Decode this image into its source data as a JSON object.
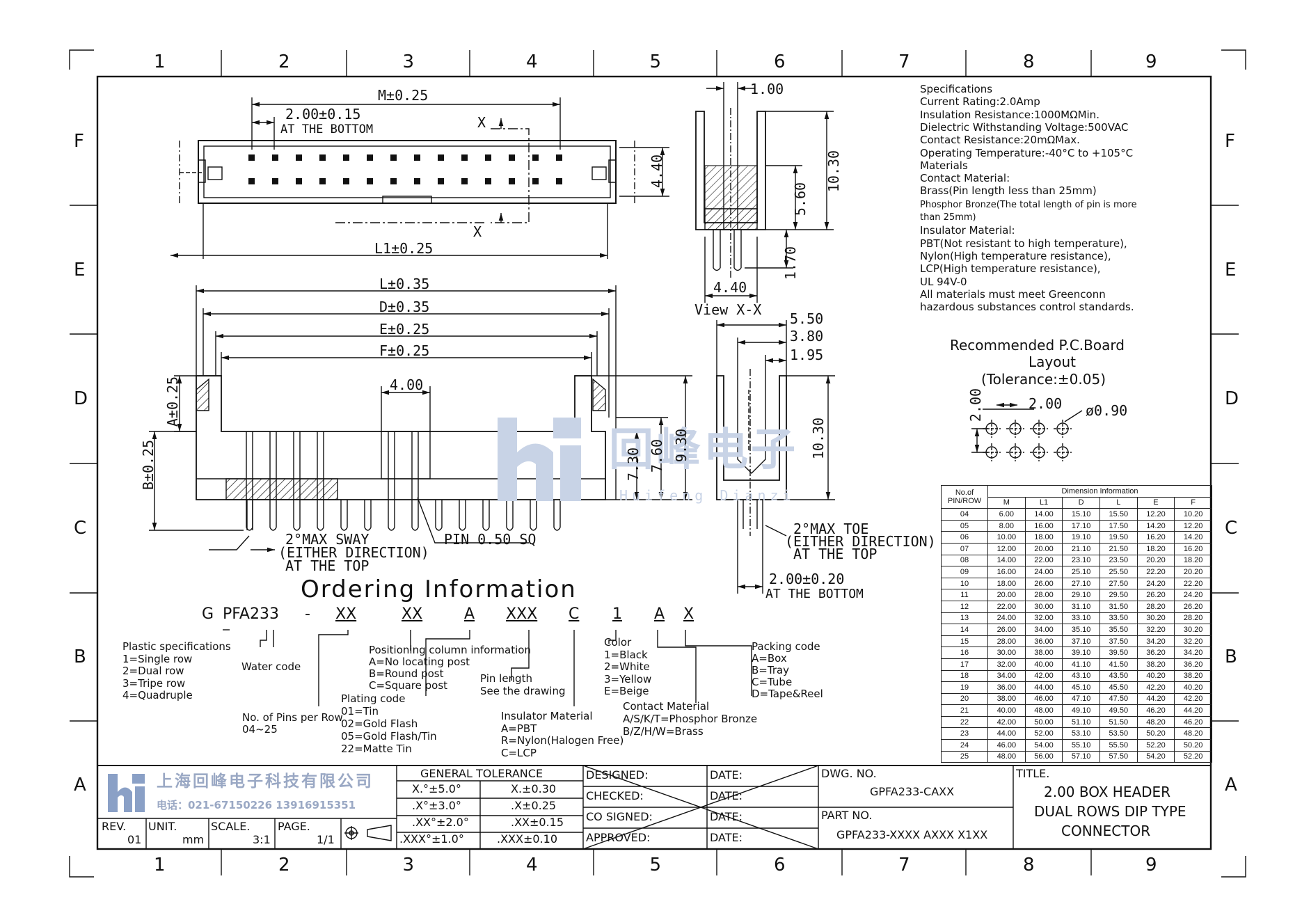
{
  "grid": {
    "columns": [
      "1",
      "2",
      "3",
      "4",
      "5",
      "6",
      "7",
      "8",
      "9"
    ],
    "rows": [
      "F",
      "E",
      "D",
      "C",
      "B",
      "A"
    ]
  },
  "top_view": {
    "m_dim": "M±0.25",
    "pitch_dim": "2.00±0.15",
    "pitch_note": "AT THE BOTTOM",
    "width_dim": "4.40",
    "l1_dim": "L1±0.25",
    "section_mark": "X"
  },
  "section_view": {
    "d100": "1.00",
    "d1030": "10.30",
    "d560": "5.60",
    "d170": "1.70",
    "d440": "4.40",
    "caption": "View  X-X"
  },
  "front_view": {
    "l_dim": "L±0.35",
    "d_dim": "D±0.35",
    "e_dim": "E±0.25",
    "f_dim": "F±0.25",
    "a_dim": "A±0.25",
    "b_dim": "B±0.25",
    "d400": "4.00",
    "d730": "7.30",
    "d760": "7.60",
    "d930": "9.30",
    "sway1": "2°MAX  SWAY",
    "sway2": "(EITHER  DIRECTION)",
    "sway3": "AT  THE  TOP",
    "pin_sq": "PIN  0.50  SQ"
  },
  "side_view": {
    "d550": "5.50",
    "d380": "3.80",
    "d195": "1.95",
    "d1030": "10.30",
    "toe1": "2°MAX  TOE",
    "toe2": "(EITHER  DIRECTION)",
    "toe3": "AT  THE  TOP",
    "pitch": "2.00±0.20",
    "pitch_note": "AT  THE  BOTTOM"
  },
  "specifications": [
    "Specifications",
    "Current  Rating:2.0Amp",
    "Insulation  Resistance:1000MΩMin.",
    "Dielectric  Withstanding  Voltage:500VAC",
    "Contact  Resistance:20mΩMax.",
    "Operating  Temperature:-40°C  to  +105°C",
    "Materials",
    "Contact  Material:",
    "Brass(Pin  length  less  than  25mm)",
    "Phosphor  Bronze(The  total  length  of  pin  is  more",
    "than  25mm)",
    "Insulator  Material:",
    "PBT(Not  resistant  to  high  temperature),",
    "Nylon(High  temperature  resistance),",
    "LCP(High  temperature  resistance),",
    "UL  94V-0",
    "All  materials  must  meet  Greenconn",
    "hazardous  substances  control  standards."
  ],
  "pcb_layout": {
    "title1": "Recommended  P.C.Board",
    "title2": "Layout",
    "title3": "(Tolerance:±0.05)",
    "pitch_v": "2.00",
    "pitch_h": "2.00",
    "hole": "ø0.90"
  },
  "dimension_table": {
    "corner1": "No.of",
    "corner2": "PIN/ROW",
    "group_header": "Dimension  Information",
    "columns": [
      "M",
      "L1",
      "D",
      "L",
      "E",
      "F"
    ],
    "rows": [
      [
        "04",
        "6.00",
        "14.00",
        "15.10",
        "15.50",
        "12.20",
        "10.20"
      ],
      [
        "05",
        "8.00",
        "16.00",
        "17.10",
        "17.50",
        "14.20",
        "12.20"
      ],
      [
        "06",
        "10.00",
        "18.00",
        "19.10",
        "19.50",
        "16.20",
        "14.20"
      ],
      [
        "07",
        "12.00",
        "20.00",
        "21.10",
        "21.50",
        "18.20",
        "16.20"
      ],
      [
        "08",
        "14.00",
        "22.00",
        "23.10",
        "23.50",
        "20.20",
        "18.20"
      ],
      [
        "09",
        "16.00",
        "24.00",
        "25.10",
        "25.50",
        "22.20",
        "20.20"
      ],
      [
        "10",
        "18.00",
        "26.00",
        "27.10",
        "27.50",
        "24.20",
        "22.20"
      ],
      [
        "11",
        "20.00",
        "28.00",
        "29.10",
        "29.50",
        "26.20",
        "24.20"
      ],
      [
        "12",
        "22.00",
        "30.00",
        "31.10",
        "31.50",
        "28.20",
        "26.20"
      ],
      [
        "13",
        "24.00",
        "32.00",
        "33.10",
        "33.50",
        "30.20",
        "28.20"
      ],
      [
        "14",
        "26.00",
        "34.00",
        "35.10",
        "35.50",
        "32.20",
        "30.20"
      ],
      [
        "15",
        "28.00",
        "36.00",
        "37.10",
        "37.50",
        "34.20",
        "32.20"
      ],
      [
        "16",
        "30.00",
        "38.00",
        "39.10",
        "39.50",
        "36.20",
        "34.20"
      ],
      [
        "17",
        "32.00",
        "40.00",
        "41.10",
        "41.50",
        "38.20",
        "36.20"
      ],
      [
        "18",
        "34.00",
        "42.00",
        "43.10",
        "43.50",
        "40.20",
        "38.20"
      ],
      [
        "19",
        "36.00",
        "44.00",
        "45.10",
        "45.50",
        "42.20",
        "40.20"
      ],
      [
        "20",
        "38.00",
        "46.00",
        "47.10",
        "47.50",
        "44.20",
        "42.20"
      ],
      [
        "21",
        "40.00",
        "48.00",
        "49.10",
        "49.50",
        "46.20",
        "44.20"
      ],
      [
        "22",
        "42.00",
        "50.00",
        "51.10",
        "51.50",
        "48.20",
        "46.20"
      ],
      [
        "23",
        "44.00",
        "52.00",
        "53.10",
        "53.50",
        "50.20",
        "48.20"
      ],
      [
        "24",
        "46.00",
        "54.00",
        "55.10",
        "55.50",
        "52.20",
        "50.20"
      ],
      [
        "25",
        "48.00",
        "56.00",
        "57.10",
        "57.50",
        "54.20",
        "52.20"
      ]
    ]
  },
  "ordering": {
    "title": "Ordering  Information",
    "code": [
      "G",
      "PFA233",
      "-",
      "XX",
      "XX",
      "A",
      "XXX",
      "C",
      "1",
      "A",
      "X"
    ],
    "plastic": [
      "Plastic  specifications",
      "1=Single  row",
      "2=Dual  row",
      "3=Tripe  row",
      "4=Quadruple"
    ],
    "water": "Water  code",
    "pins": [
      "No.  of  Pins  per  Row",
      "04~25"
    ],
    "plating": [
      "Plating  code",
      "01=Tin",
      "02=Gold  Flash",
      "05=Gold  Flash/Tin",
      "22=Matte  Tin"
    ],
    "positioning": [
      "Positioning  column  information",
      "A=No  locating  post",
      "B=Round  post",
      "C=Square  post"
    ],
    "pin_length": [
      "Pin  length",
      "See  the  drawing"
    ],
    "insulator": [
      "Insulator  Material",
      "A=PBT",
      "R=Nylon(Halogen  Free)",
      "C=LCP"
    ],
    "color": [
      "Color",
      "1=Black",
      "2=White",
      "3=Yellow",
      "E=Beige"
    ],
    "contact": [
      "Contact  Material",
      "A/S/K/T=Phosphor  Bronze",
      "B/Z/H/W=Brass"
    ],
    "packing": [
      "Packing  code",
      "A=Box",
      "B=Tray",
      "C=Tube",
      "D=Tape&Reel"
    ]
  },
  "watermark": {
    "cn": "回峰电子",
    "en": "Huifeng  Dianzi"
  },
  "title_block": {
    "company": "上海回峰电子科技有限公司",
    "phone": "电话：021-67150226  13916915351",
    "rev_label": "REV.",
    "rev": "01",
    "unit_label": "UNIT.",
    "unit": "mm",
    "scale_label": "SCALE.",
    "scale": "3:1",
    "page_label": "PAGE.",
    "page": "1/1",
    "tolerance_header": "GENERAL  TOLERANCE",
    "tol_angle": [
      "X.°±5.0°",
      ".X°±3.0°",
      ".XX°±2.0°",
      ".XXX°±1.0°"
    ],
    "tol_lin": [
      "X.±0.30",
      ".X±0.25",
      ".XX±0.15",
      ".XXX±0.10"
    ],
    "designed": "DESIGNED:",
    "checked": "CHECKED:",
    "co_signed": "CO  SIGNED:",
    "approved": "APPROVED:",
    "date": "DATE:",
    "dwg_label": "DWG.  NO.",
    "dwg_no": "GPFA233-CAXX",
    "part_label": "PART  NO.",
    "part_no": "GPFA233-XXXX  AXXX  X1XX",
    "title_label": "TITLE.",
    "title": [
      "2.00  BOX  HEADER",
      "DUAL  ROWS  DIP  TYPE",
      "CONNECTOR"
    ]
  }
}
